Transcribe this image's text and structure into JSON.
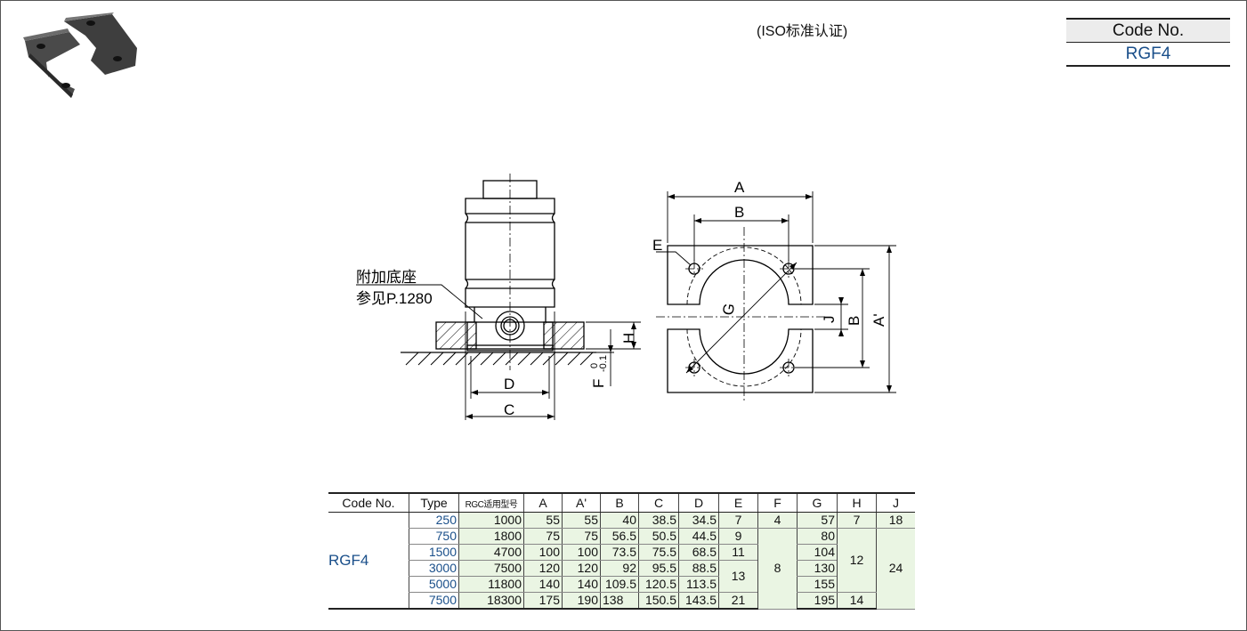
{
  "header": {
    "iso_note": "(ISO标准认证)",
    "code_label": "Code No.",
    "code_value": "RGF4"
  },
  "drawing": {
    "callout_line1": "附加底座",
    "callout_line2": "参见P.1280",
    "dim_A": "A",
    "dim_B": "B",
    "dim_C": "C",
    "dim_D": "D",
    "dim_E": "E",
    "dim_G": "G",
    "dim_H": "H",
    "dim_J": "J",
    "dim_B2": "B",
    "dim_A2": "A'",
    "dim_F": "F",
    "dim_F_tol_upper": "0",
    "dim_F_tol_lower": "-0.1"
  },
  "table": {
    "headers": [
      "Code No.",
      "Type",
      "RGC适用型号",
      "A",
      "A'",
      "B",
      "C",
      "D",
      "E",
      "F",
      "G",
      "H",
      "J"
    ],
    "code": "RGF4",
    "rows": [
      {
        "type": "250",
        "rgc": "1000",
        "A": "55",
        "A2": "55",
        "B": "40",
        "C": "38.5",
        "D": "34.5"
      },
      {
        "type": "750",
        "rgc": "1800",
        "A": "75",
        "A2": "75",
        "B": "56.5",
        "C": "50.5",
        "D": "44.5"
      },
      {
        "type": "1500",
        "rgc": "4700",
        "A": "100",
        "A2": "100",
        "B": "73.5",
        "C": "75.5",
        "D": "68.5"
      },
      {
        "type": "3000",
        "rgc": "7500",
        "A": "120",
        "A2": "120",
        "B": "92",
        "C": "95.5",
        "D": "88.5"
      },
      {
        "type": "5000",
        "rgc": "11800",
        "A": "140",
        "A2": "140",
        "B": "109.5",
        "C": "120.5",
        "D": "113.5"
      },
      {
        "type": "7500",
        "rgc": "18300",
        "A": "175",
        "A2": "190",
        "B": "138",
        "C": "150.5",
        "D": "143.5"
      }
    ],
    "E": [
      "7",
      "9",
      "11",
      "13",
      "21"
    ],
    "F": [
      "4",
      "8"
    ],
    "G": [
      "57",
      "80",
      "104",
      "130",
      "155",
      "195"
    ],
    "H": [
      "7",
      "12",
      "14"
    ],
    "J": [
      "18",
      "24"
    ]
  }
}
